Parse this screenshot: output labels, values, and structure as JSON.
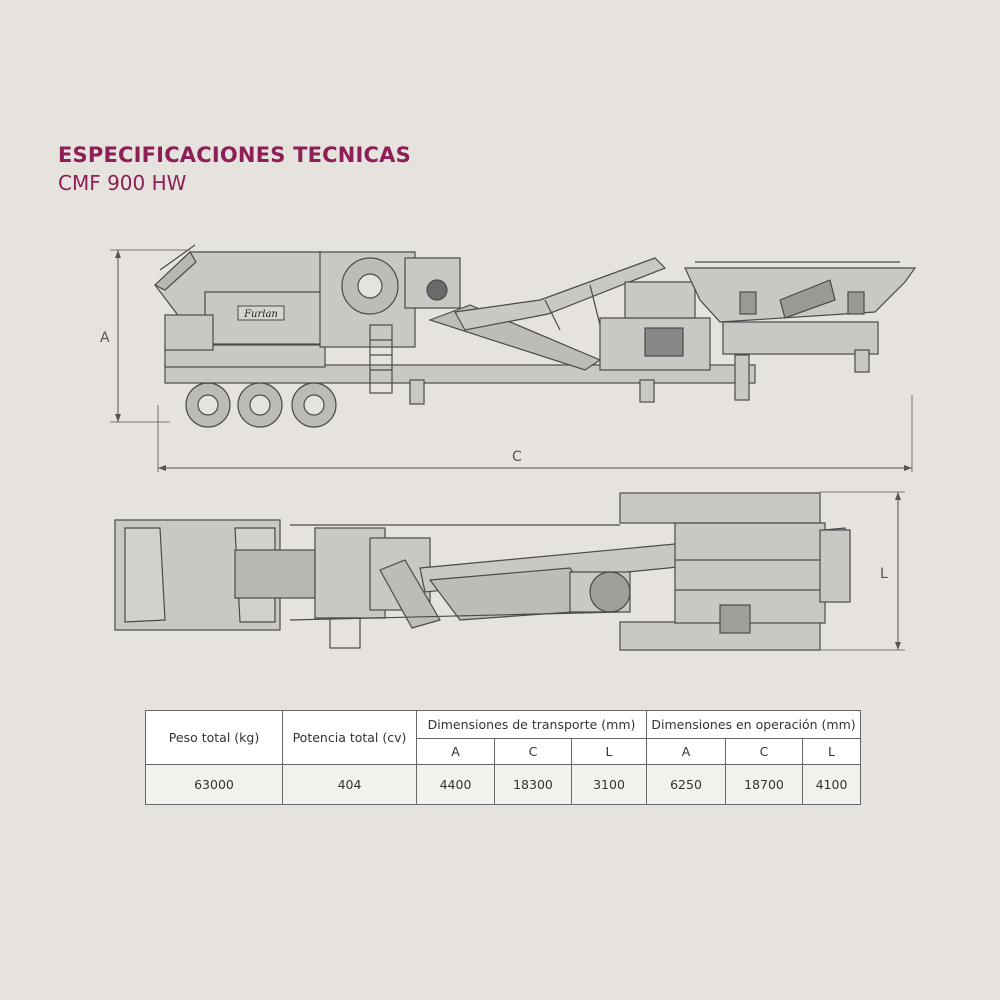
{
  "header": {
    "title": "ESPECIFICACIONES TECNICAS",
    "subtitle": "CMF 900 HW"
  },
  "drawing": {
    "logo_text": "Furlan",
    "dimension_labels": {
      "a": "A",
      "c": "C",
      "l": "L"
    }
  },
  "table": {
    "headers": {
      "weight": "Peso total (kg)",
      "power": "Potencia total (cv)",
      "transport": "Dimensiones de transporte (mm)",
      "operation": "Dimensiones en operación (mm)"
    },
    "sub_headers": {
      "transport": [
        "A",
        "C",
        "L"
      ],
      "operation": [
        "A",
        "C",
        "L"
      ]
    },
    "values": {
      "weight": "63000",
      "power": "404",
      "transport": [
        "4400",
        "18300",
        "3100"
      ],
      "operation": [
        "6250",
        "18700",
        "4100"
      ]
    }
  },
  "colors": {
    "accent": "#8c1f55",
    "background": "#e6e3de",
    "machine_fill": "#c9c8c3",
    "machine_stroke": "#4a4a4a"
  }
}
